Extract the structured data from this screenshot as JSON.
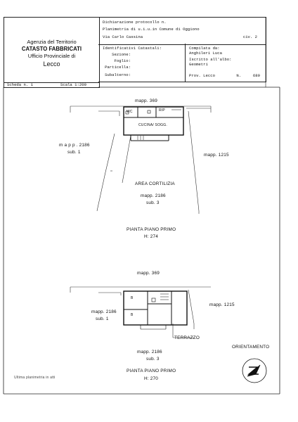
{
  "agency": {
    "line1": "Agenzia del Territorio",
    "line2": "CATASTO FABBRICATI",
    "line3": "Ufficio Provinciale di",
    "line4": "Lecco"
  },
  "declaration": {
    "protocol_label": "Dichiarazione protocollo n.",
    "plan_label": "Planimetria di u.i.u.in Comune di Oggiono",
    "address": "Via Carlo Cassina",
    "civ": "civ. 2"
  },
  "cadastral": {
    "title": "Identificativi Catastali:",
    "sezione": "Sezione:",
    "foglio": "Foglio:",
    "particella": "Particella:",
    "subalterno": "Subalterno:"
  },
  "compiled": {
    "label": "Compilata da:",
    "name": "Anghileri Luca",
    "register_label": "Iscritto all'albo:",
    "register": "Geometri",
    "prov": "Prov. Lecco",
    "n_label": "N.",
    "n_value": "689"
  },
  "scheda": {
    "label": "Scheda n. 1",
    "scale": "Scala 1:200"
  },
  "plan_upper": {
    "mapp_369": "mapp. 369",
    "wc": "WC",
    "rip": "RIP",
    "cucina": "CUCINA/ SOGG.",
    "mapp_2186": "m a p p . 2186",
    "sub_1": "sub. 1",
    "mapp_1215": "mapp. 1215",
    "area": "AREA CORTILIZIA",
    "area_mapp": "mapp. 2186",
    "area_sub": "sub. 3",
    "floor": "PIANTA PIANO PRIMO",
    "height": "H: 274"
  },
  "plan_lower": {
    "mapp_369": "mapp. 369",
    "mapp_2186": "mapp. 2186",
    "sub_1": "sub. 1",
    "mapp_1215": "mapp. 1215",
    "terrazzo": "TERRAZZO",
    "area_mapp": "mapp. 2186",
    "area_sub": "sub. 3",
    "floor": "PIANTA PIANO PRIMO",
    "height": "H: 270",
    "room_b1": "B",
    "room_b2": "B"
  },
  "orientation": "ORIENTAMENTO",
  "footer_note": "Ultima planimetria in atti"
}
